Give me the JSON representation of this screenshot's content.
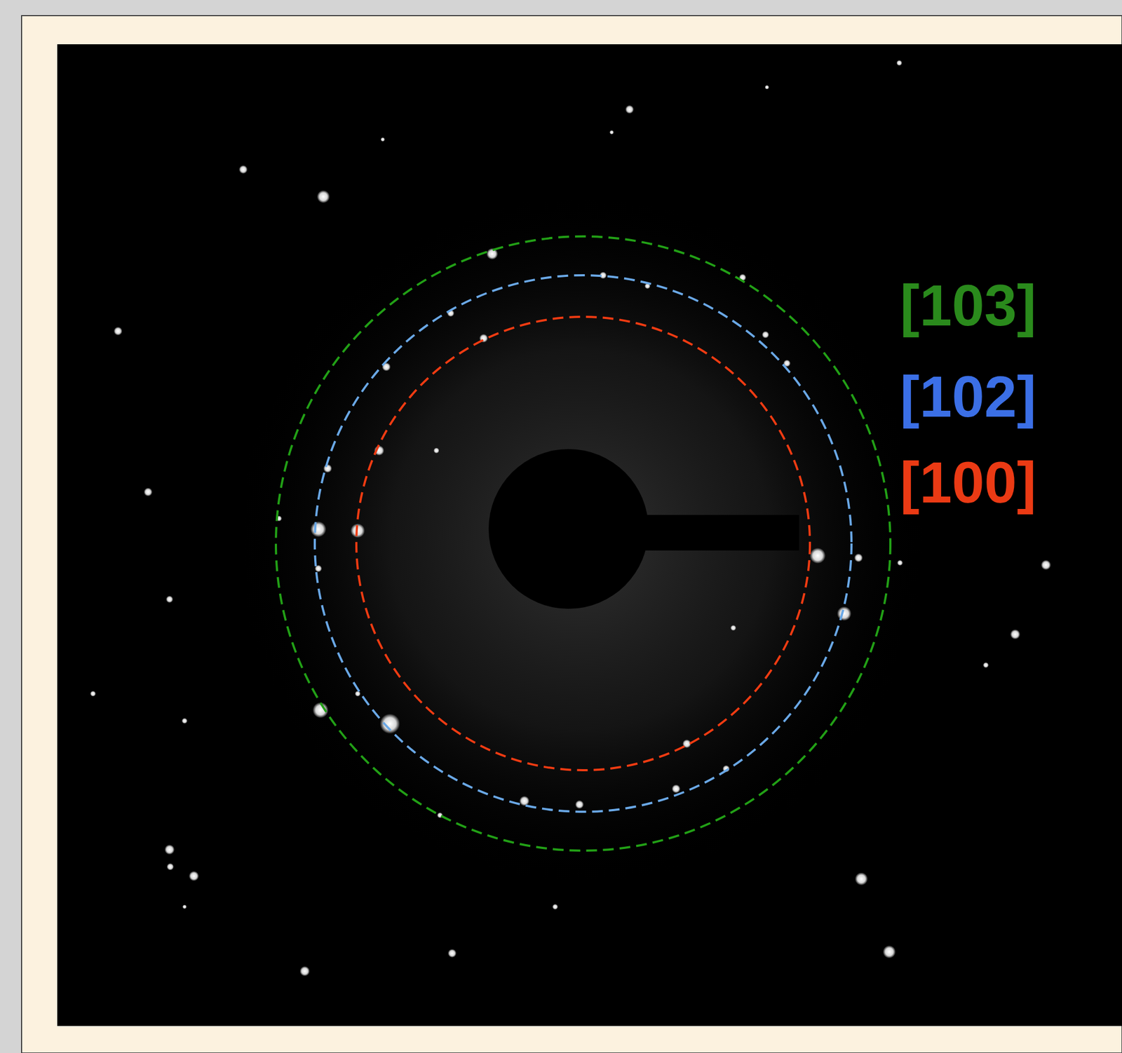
{
  "diagram": {
    "labels": [
      "[103]",
      "[102]",
      "[100]"
    ]
  }
}
